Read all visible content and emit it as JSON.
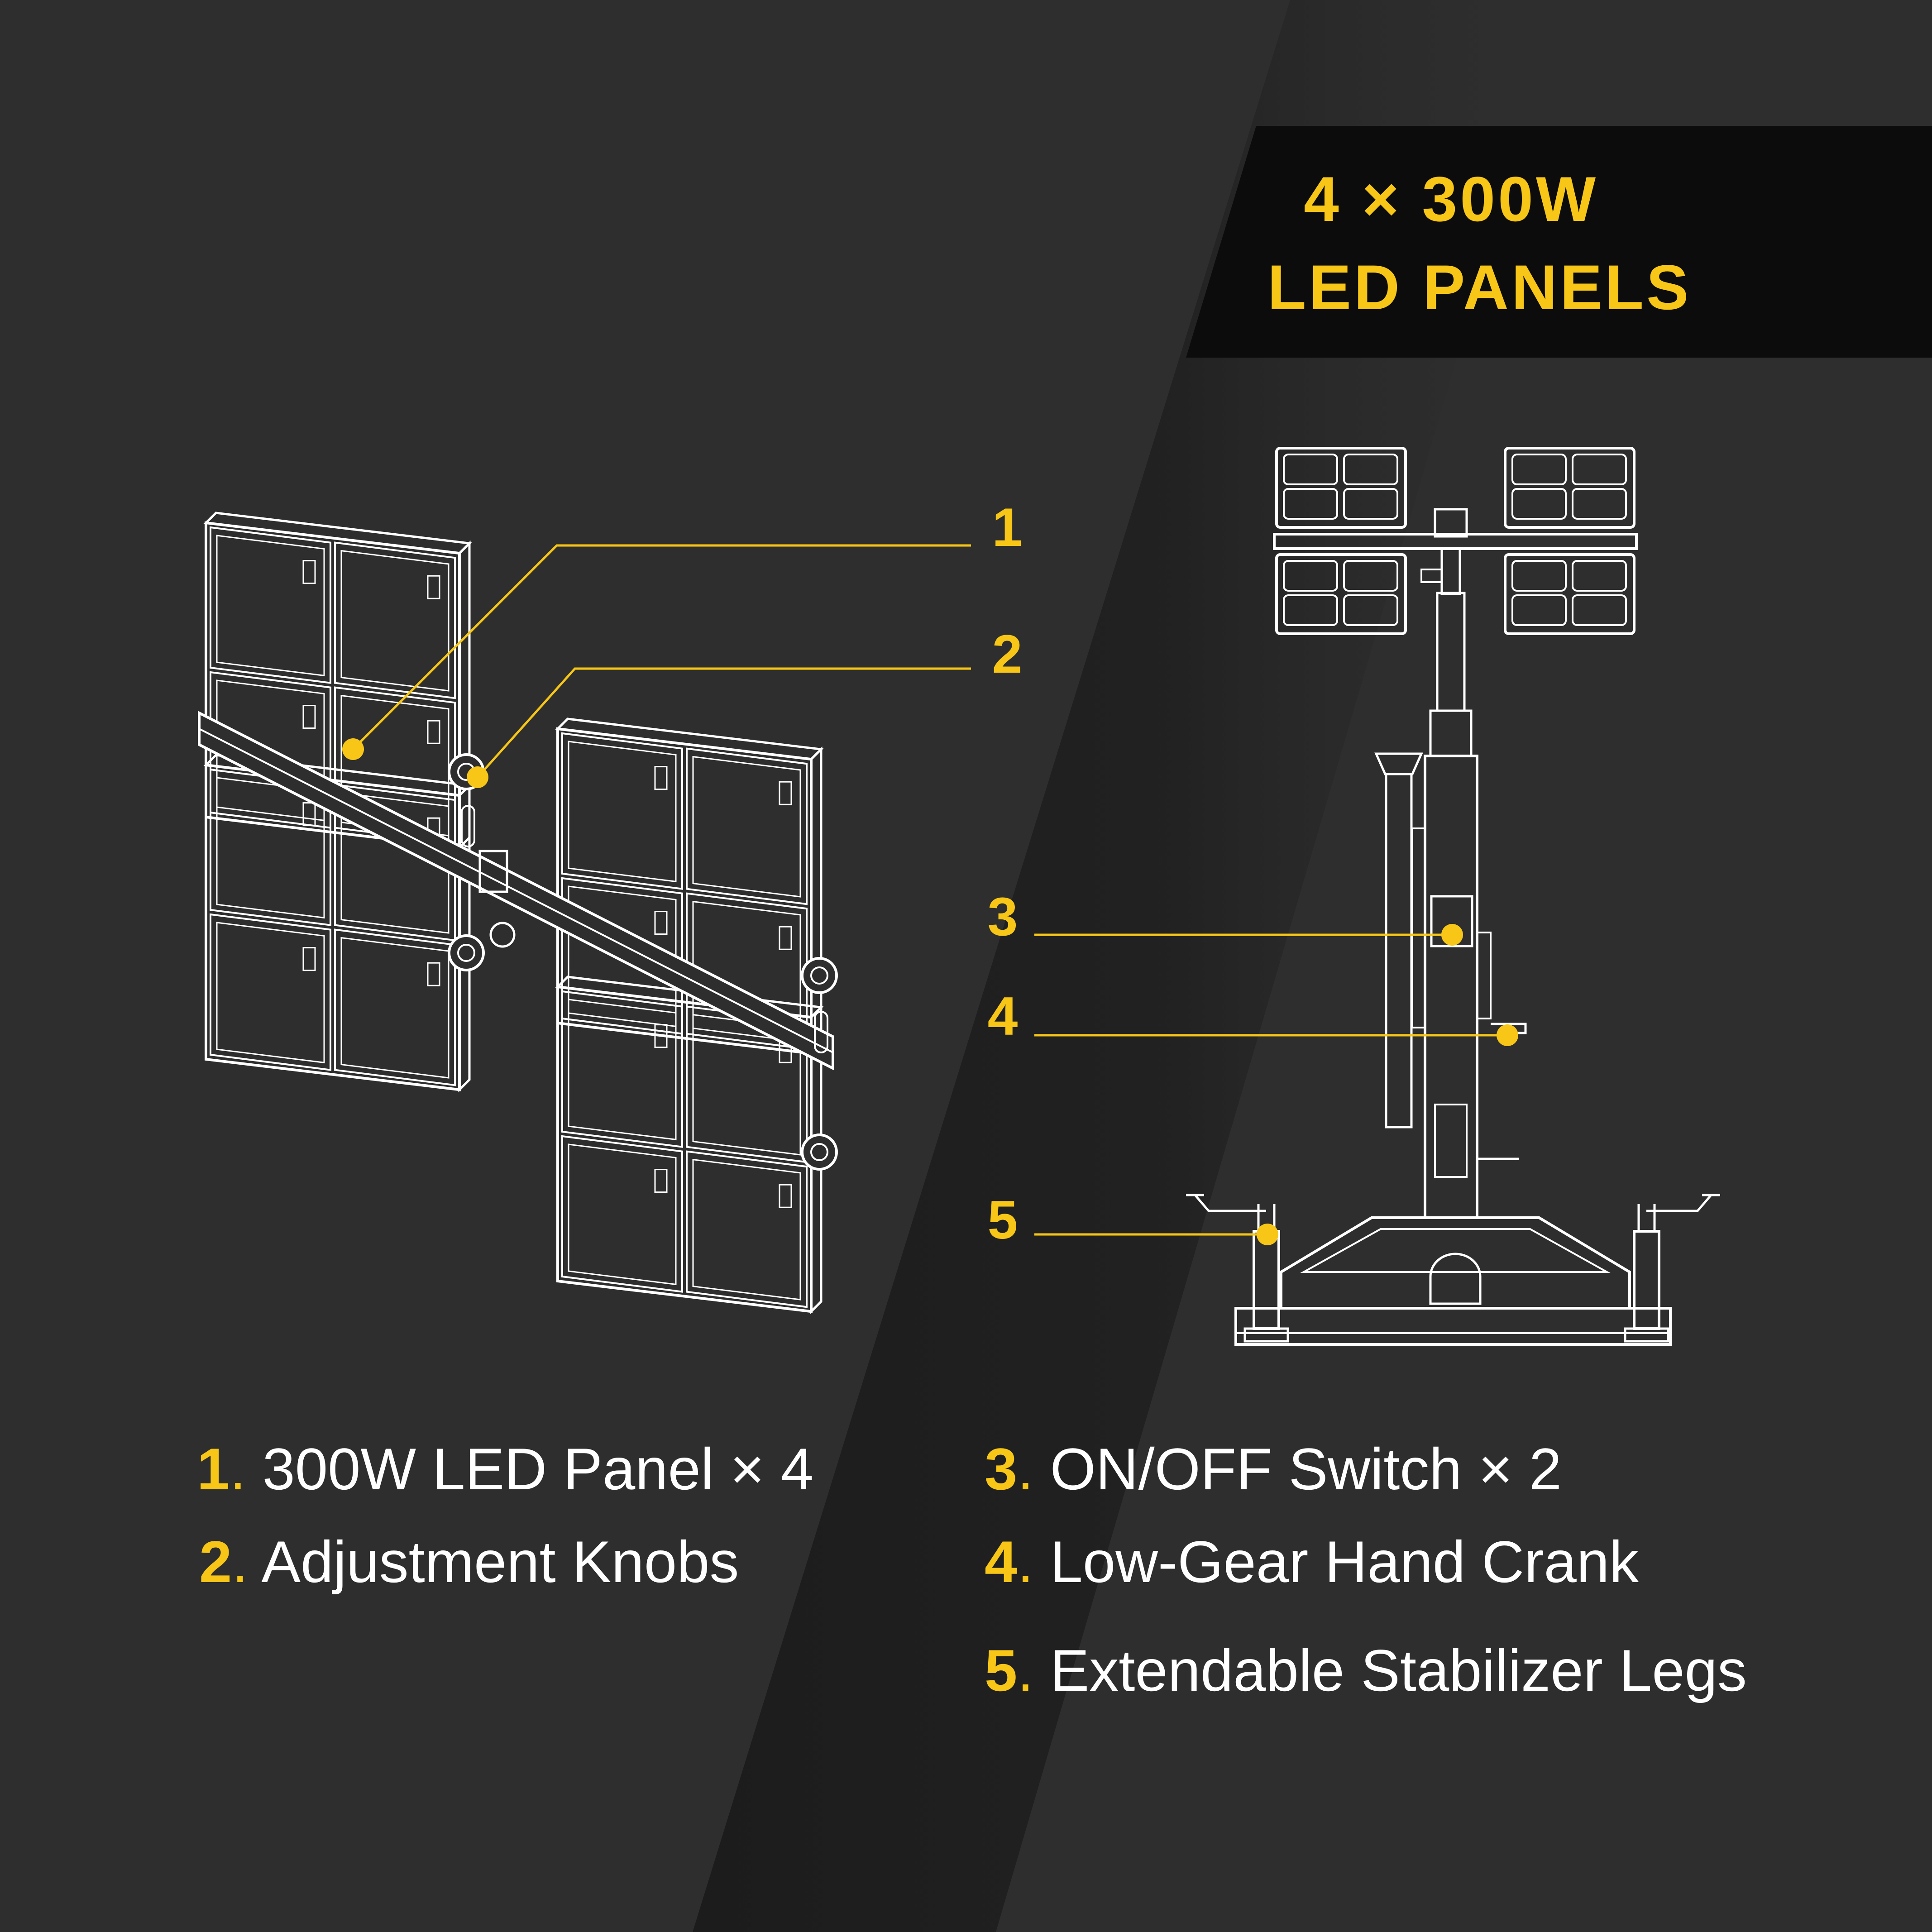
{
  "colors": {
    "background": "#2e2e2e",
    "shadow": "#1c1c1c",
    "title_band": "#0c0c0c",
    "accent": "#f7c617",
    "line_art": "#ffffff",
    "text": "#ffffff"
  },
  "title": {
    "line1": "4 × 300W",
    "line2": "LED PANELS"
  },
  "callouts": [
    {
      "number": "1",
      "target": "300W LED Panel",
      "target_icon": "led-panel-icon"
    },
    {
      "number": "2",
      "target": "Adjustment Knob",
      "target_icon": "knob-icon"
    },
    {
      "number": "3",
      "target": "ON/OFF Switch",
      "target_icon": "switch-icon"
    },
    {
      "number": "4",
      "target": "Hand Crank",
      "target_icon": "crank-icon"
    },
    {
      "number": "5",
      "target": "Stabilizer Leg",
      "target_icon": "stabilizer-leg-icon"
    }
  ],
  "legend": [
    {
      "number": "1",
      "dot": ".",
      "label": "300W LED Panel × 4"
    },
    {
      "number": "2",
      "dot": ".",
      "label": "Adjustment Knobs"
    },
    {
      "number": "3",
      "dot": ".",
      "label": "ON/OFF Switch × 2"
    },
    {
      "number": "4",
      "dot": ".",
      "label": "Low-Gear Hand Crank"
    },
    {
      "number": "5",
      "dot": ".",
      "label": "Extendable Stabilizer Legs"
    }
  ],
  "illustrations": {
    "panel_assembly": "panel-assembly-icon",
    "light_tower": "light-tower-icon"
  }
}
